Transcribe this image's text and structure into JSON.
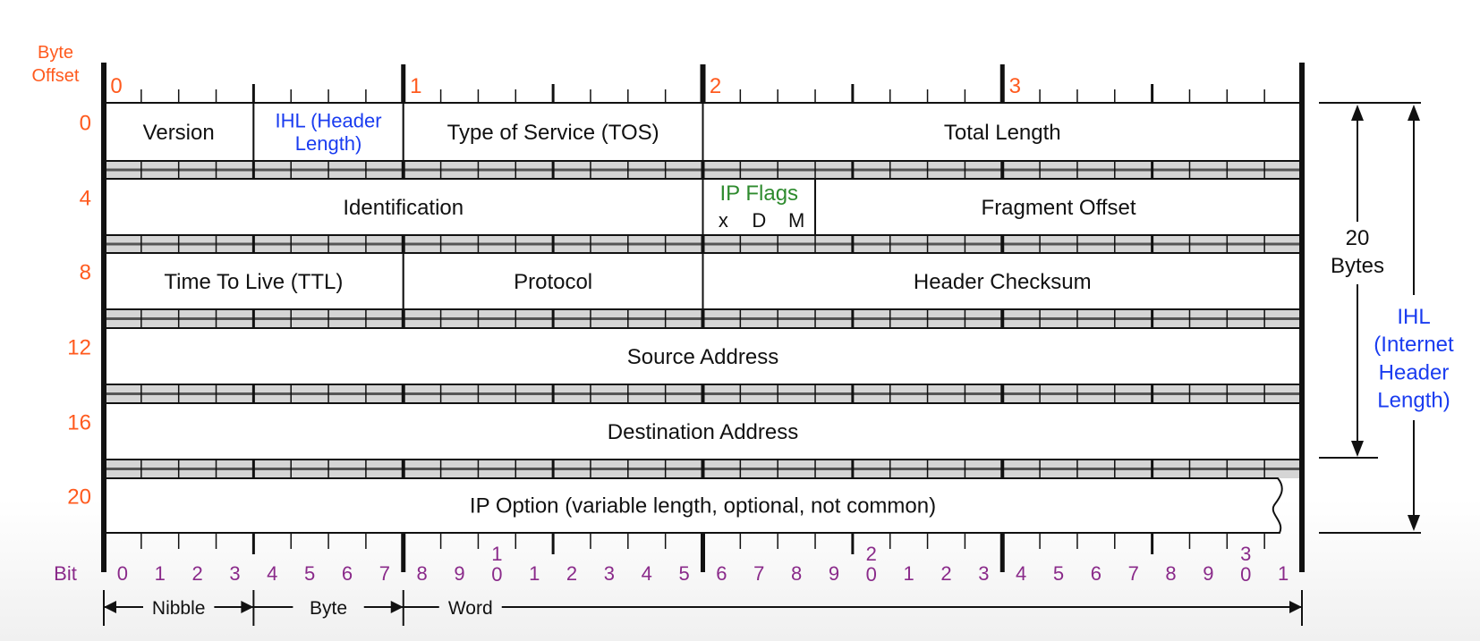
{
  "byte_offset_label": "Byte\nOffset",
  "byte_numbers": [
    "0",
    "1",
    "2",
    "3"
  ],
  "row_offsets": [
    "0",
    "4",
    "8",
    "12",
    "16",
    "20"
  ],
  "fields": {
    "version": "Version",
    "ihl": "IHL (Header\nLength)",
    "tos": "Type of Service (TOS)",
    "total_length": "Total Length",
    "identification": "Identification",
    "ip_flags_title": "IP Flags",
    "ip_flags_bits": [
      "x",
      "D",
      "M"
    ],
    "fragment_offset": "Fragment Offset",
    "ttl": "Time To Live (TTL)",
    "protocol": "Protocol",
    "header_checksum": "Header Checksum",
    "source_address": "Source Address",
    "destination_address": "Destination Address",
    "ip_option": "IP Option (variable length, optional, not common)"
  },
  "bit_label": "Bit",
  "bit_numbers": [
    "0",
    "1",
    "2",
    "3",
    "4",
    "5",
    "6",
    "7",
    "8",
    "9",
    "1\n0",
    "1",
    "2",
    "3",
    "4",
    "5",
    "6",
    "7",
    "8",
    "9",
    "2\n0",
    "1",
    "2",
    "3",
    "4",
    "5",
    "6",
    "7",
    "8",
    "9",
    "3\n0",
    "1"
  ],
  "units": {
    "nibble": "Nibble",
    "byte": "Byte",
    "word": "Word"
  },
  "size_20_bytes": "20\nBytes",
  "ihl_annotation": "IHL\n(Internet\nHeader\nLength)",
  "colors": {
    "orange": "#ff5a1e",
    "blue": "#1a3cf0",
    "green": "#2e8b2e",
    "purple": "#8a2a8a",
    "black": "#111111",
    "rule_dark": "#555555",
    "rule_light": "#d5d5d5"
  }
}
